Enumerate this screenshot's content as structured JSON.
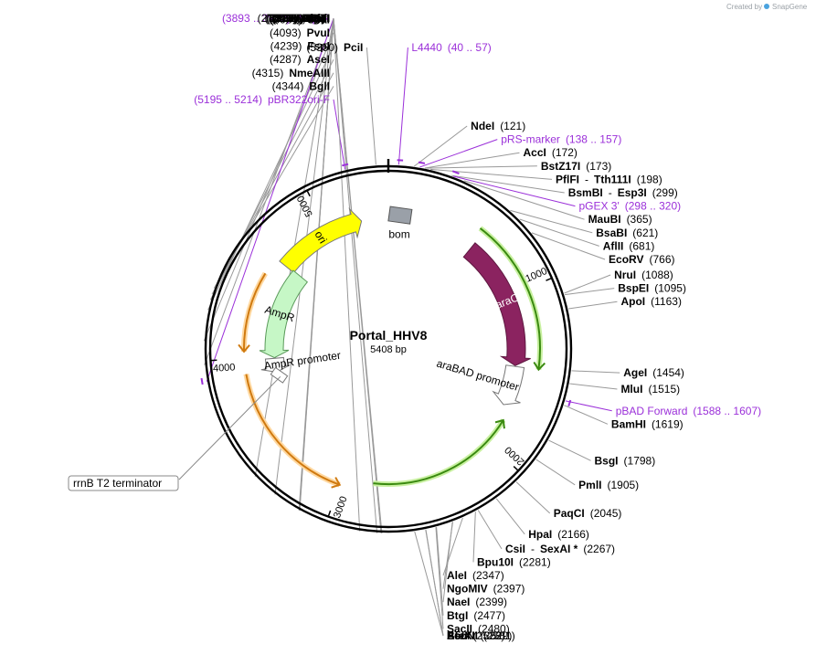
{
  "brand": {
    "created_by": "Created by",
    "name": "SnapGene"
  },
  "plasmid": {
    "name": "Portal_HHV8",
    "length_text": "5408 bp",
    "length": 5408
  },
  "ticks": [
    {
      "pos": 1000,
      "label": "1000"
    },
    {
      "pos": 2000,
      "label": "2000"
    },
    {
      "pos": 3000,
      "label": "3000"
    },
    {
      "pos": 4000,
      "label": "4000"
    },
    {
      "pos": 5000,
      "label": "5000"
    }
  ],
  "features": [
    {
      "name": "ori",
      "label": "ori",
      "type": "arrow",
      "start": 4640,
      "end": 5230,
      "color": "#ffff00",
      "stroke": "#777777",
      "direction": 1,
      "label_color": "#000000"
    },
    {
      "name": "araC",
      "label": "araC",
      "type": "arrow",
      "start": 590,
      "end": 1465,
      "color": "#8b2360",
      "stroke": "#5e1840",
      "direction": 1,
      "label_color": "#ffffff"
    },
    {
      "name": "araBAD promoter",
      "label": "araBAD promoter",
      "type": "arrow",
      "start": 1470,
      "end": 1740,
      "color": "#ffffff",
      "stroke": "#777777",
      "direction": 1,
      "label_color": "#000000"
    },
    {
      "name": "AmpR",
      "label": "AmpR",
      "type": "arrow",
      "start": 3990,
      "end": 4650,
      "color": "#c6f7c6",
      "stroke": "#5a9a5a",
      "direction": -1,
      "label_color": "#000000"
    },
    {
      "name": "AmpR promoter",
      "label": "AmpR promoter",
      "type": "arrow",
      "start": 3880,
      "end": 3985,
      "color": "#ffffff",
      "stroke": "#777777",
      "direction": -1,
      "label_color": "#000000"
    },
    {
      "name": "bom",
      "label": "bom",
      "type": "box",
      "pos": 70,
      "color": "#9aa0a8",
      "stroke": "#555555",
      "label_color": "#000000"
    }
  ],
  "orfs": [
    {
      "name": "orf-arac",
      "start": 560,
      "end": 1470,
      "direction": 1
    },
    {
      "name": "orf-insert",
      "start": 1830,
      "end": 2800,
      "direction": -1
    },
    {
      "name": "orf-amp-outer",
      "start": 3000,
      "end": 3905,
      "direction": -1
    },
    {
      "name": "orf-amp-upper",
      "start": 4040,
      "end": 4530,
      "direction": -1
    }
  ],
  "terminator": {
    "label": "rrnB T2 terminator",
    "pos": 3840
  },
  "enzymes": [
    {
      "name": "PciI",
      "pos": 5350,
      "pos_text": "(5350)"
    },
    {
      "name": "NdeI",
      "pos": 121,
      "pos_text": "(121)"
    },
    {
      "name": "AccI",
      "pos": 172,
      "pos_text": "(172)"
    },
    {
      "name": "BstZ17I",
      "pos": 173,
      "pos_text": "(173)"
    },
    {
      "name": "PflFI",
      "name2": "Tth111I",
      "pos": 198,
      "pos_text": "(198)"
    },
    {
      "name": "BsmBI",
      "name2": "Esp3I",
      "pos": 299,
      "pos_text": "(299)"
    },
    {
      "name": "MauBI",
      "pos": 365,
      "pos_text": "(365)"
    },
    {
      "name": "BsaBI",
      "pos": 621,
      "pos_text": "(621)"
    },
    {
      "name": "AflII",
      "pos": 681,
      "pos_text": "(681)"
    },
    {
      "name": "EcoRV",
      "pos": 766,
      "pos_text": "(766)"
    },
    {
      "name": "NruI",
      "pos": 1088,
      "pos_text": "(1088)"
    },
    {
      "name": "BspEI",
      "pos": 1095,
      "pos_text": "(1095)"
    },
    {
      "name": "ApoI",
      "pos": 1163,
      "pos_text": "(1163)"
    },
    {
      "name": "AgeI",
      "pos": 1454,
      "pos_text": "(1454)"
    },
    {
      "name": "MluI",
      "pos": 1515,
      "pos_text": "(1515)"
    },
    {
      "name": "BamHI",
      "pos": 1619,
      "pos_text": "(1619)"
    },
    {
      "name": "BsgI",
      "pos": 1798,
      "pos_text": "(1798)"
    },
    {
      "name": "PmlI",
      "pos": 1905,
      "pos_text": "(1905)"
    },
    {
      "name": "PaqCI",
      "pos": 2045,
      "pos_text": "(2045)"
    },
    {
      "name": "HpaI",
      "pos": 2166,
      "pos_text": "(2166)"
    },
    {
      "name": "CsiI",
      "name2": "SexAI *",
      "pos": 2267,
      "pos_text": "(2267)"
    },
    {
      "name": "Bpu10I",
      "pos": 2281,
      "pos_text": "(2281)"
    },
    {
      "name": "AleI",
      "pos": 2347,
      "pos_text": "(2347)"
    },
    {
      "name": "NgoMIV",
      "pos": 2397,
      "pos_text": "(2397)"
    },
    {
      "name": "NaeI",
      "pos": 2399,
      "pos_text": "(2399)"
    },
    {
      "name": "BtgI",
      "pos": 2477,
      "pos_text": "(2477)"
    },
    {
      "name": "SacII",
      "pos": 2480,
      "pos_text": "(2480)"
    },
    {
      "name": "AfeI",
      "pos": 2528,
      "pos_text": "(2528)"
    },
    {
      "name": "BstXI",
      "pos": 2529,
      "pos_text": "(2529)"
    },
    {
      "name": "EcoNI",
      "pos": 2581,
      "pos_text": "(2581)"
    },
    {
      "name": "Acc65I",
      "pos": 2734,
      "pos_text": "(2734)"
    },
    {
      "name": "KpnI",
      "pos": 2738,
      "pos_text": "(2738)"
    },
    {
      "name": "StyI",
      "pos": 2757,
      "pos_text": "(2757)"
    },
    {
      "name": "XcmI",
      "pos": 2838,
      "pos_text": "(2838)"
    },
    {
      "name": "KasI",
      "pos": 3135,
      "pos_text": "(3135)"
    },
    {
      "name": "NarI",
      "pos": 3136,
      "pos_text": "(3136)"
    },
    {
      "name": "SfoI",
      "pos": 3137,
      "pos_text": "(3137)"
    },
    {
      "name": "PluTI",
      "pos": 3139,
      "pos_text": "(3139)"
    },
    {
      "name": "BtgZI",
      "pos": 3273,
      "pos_text": "(3273)"
    },
    {
      "name": "SrfI",
      "pos": 3398,
      "pos_text": "(3398)"
    },
    {
      "name": "ScaI",
      "pos": 3981,
      "pos_text": "(3981)"
    },
    {
      "name": "PvuI",
      "pos": 4093,
      "pos_text": "(4093)"
    },
    {
      "name": "FspI",
      "pos": 4239,
      "pos_text": "(4239)"
    },
    {
      "name": "AseI",
      "pos": 4287,
      "pos_text": "(4287)"
    },
    {
      "name": "NmeAIII",
      "pos": 4315,
      "pos_text": "(4315)"
    },
    {
      "name": "BglI",
      "pos": 4344,
      "pos_text": "(4344)"
    }
  ],
  "primers": [
    {
      "name": "L4440",
      "start": 40,
      "end": 57,
      "range_text": "(40 .. 57)"
    },
    {
      "name": "pBR322ori-F",
      "start": 5195,
      "end": 5214,
      "range_text": "(5195 .. 5214)"
    },
    {
      "name": "pRS-marker",
      "start": 138,
      "end": 157,
      "range_text": "(138 .. 157)"
    },
    {
      "name": "pGEX 3'",
      "start": 298,
      "end": 320,
      "range_text": "(298 .. 320)"
    },
    {
      "name": "pBAD Forward",
      "start": 1588,
      "end": 1607,
      "range_text": "(1588 .. 1607)"
    },
    {
      "name": "Amp-R",
      "start": 3893,
      "end": 3912,
      "range_text": "(3893 .. 3912)"
    }
  ]
}
